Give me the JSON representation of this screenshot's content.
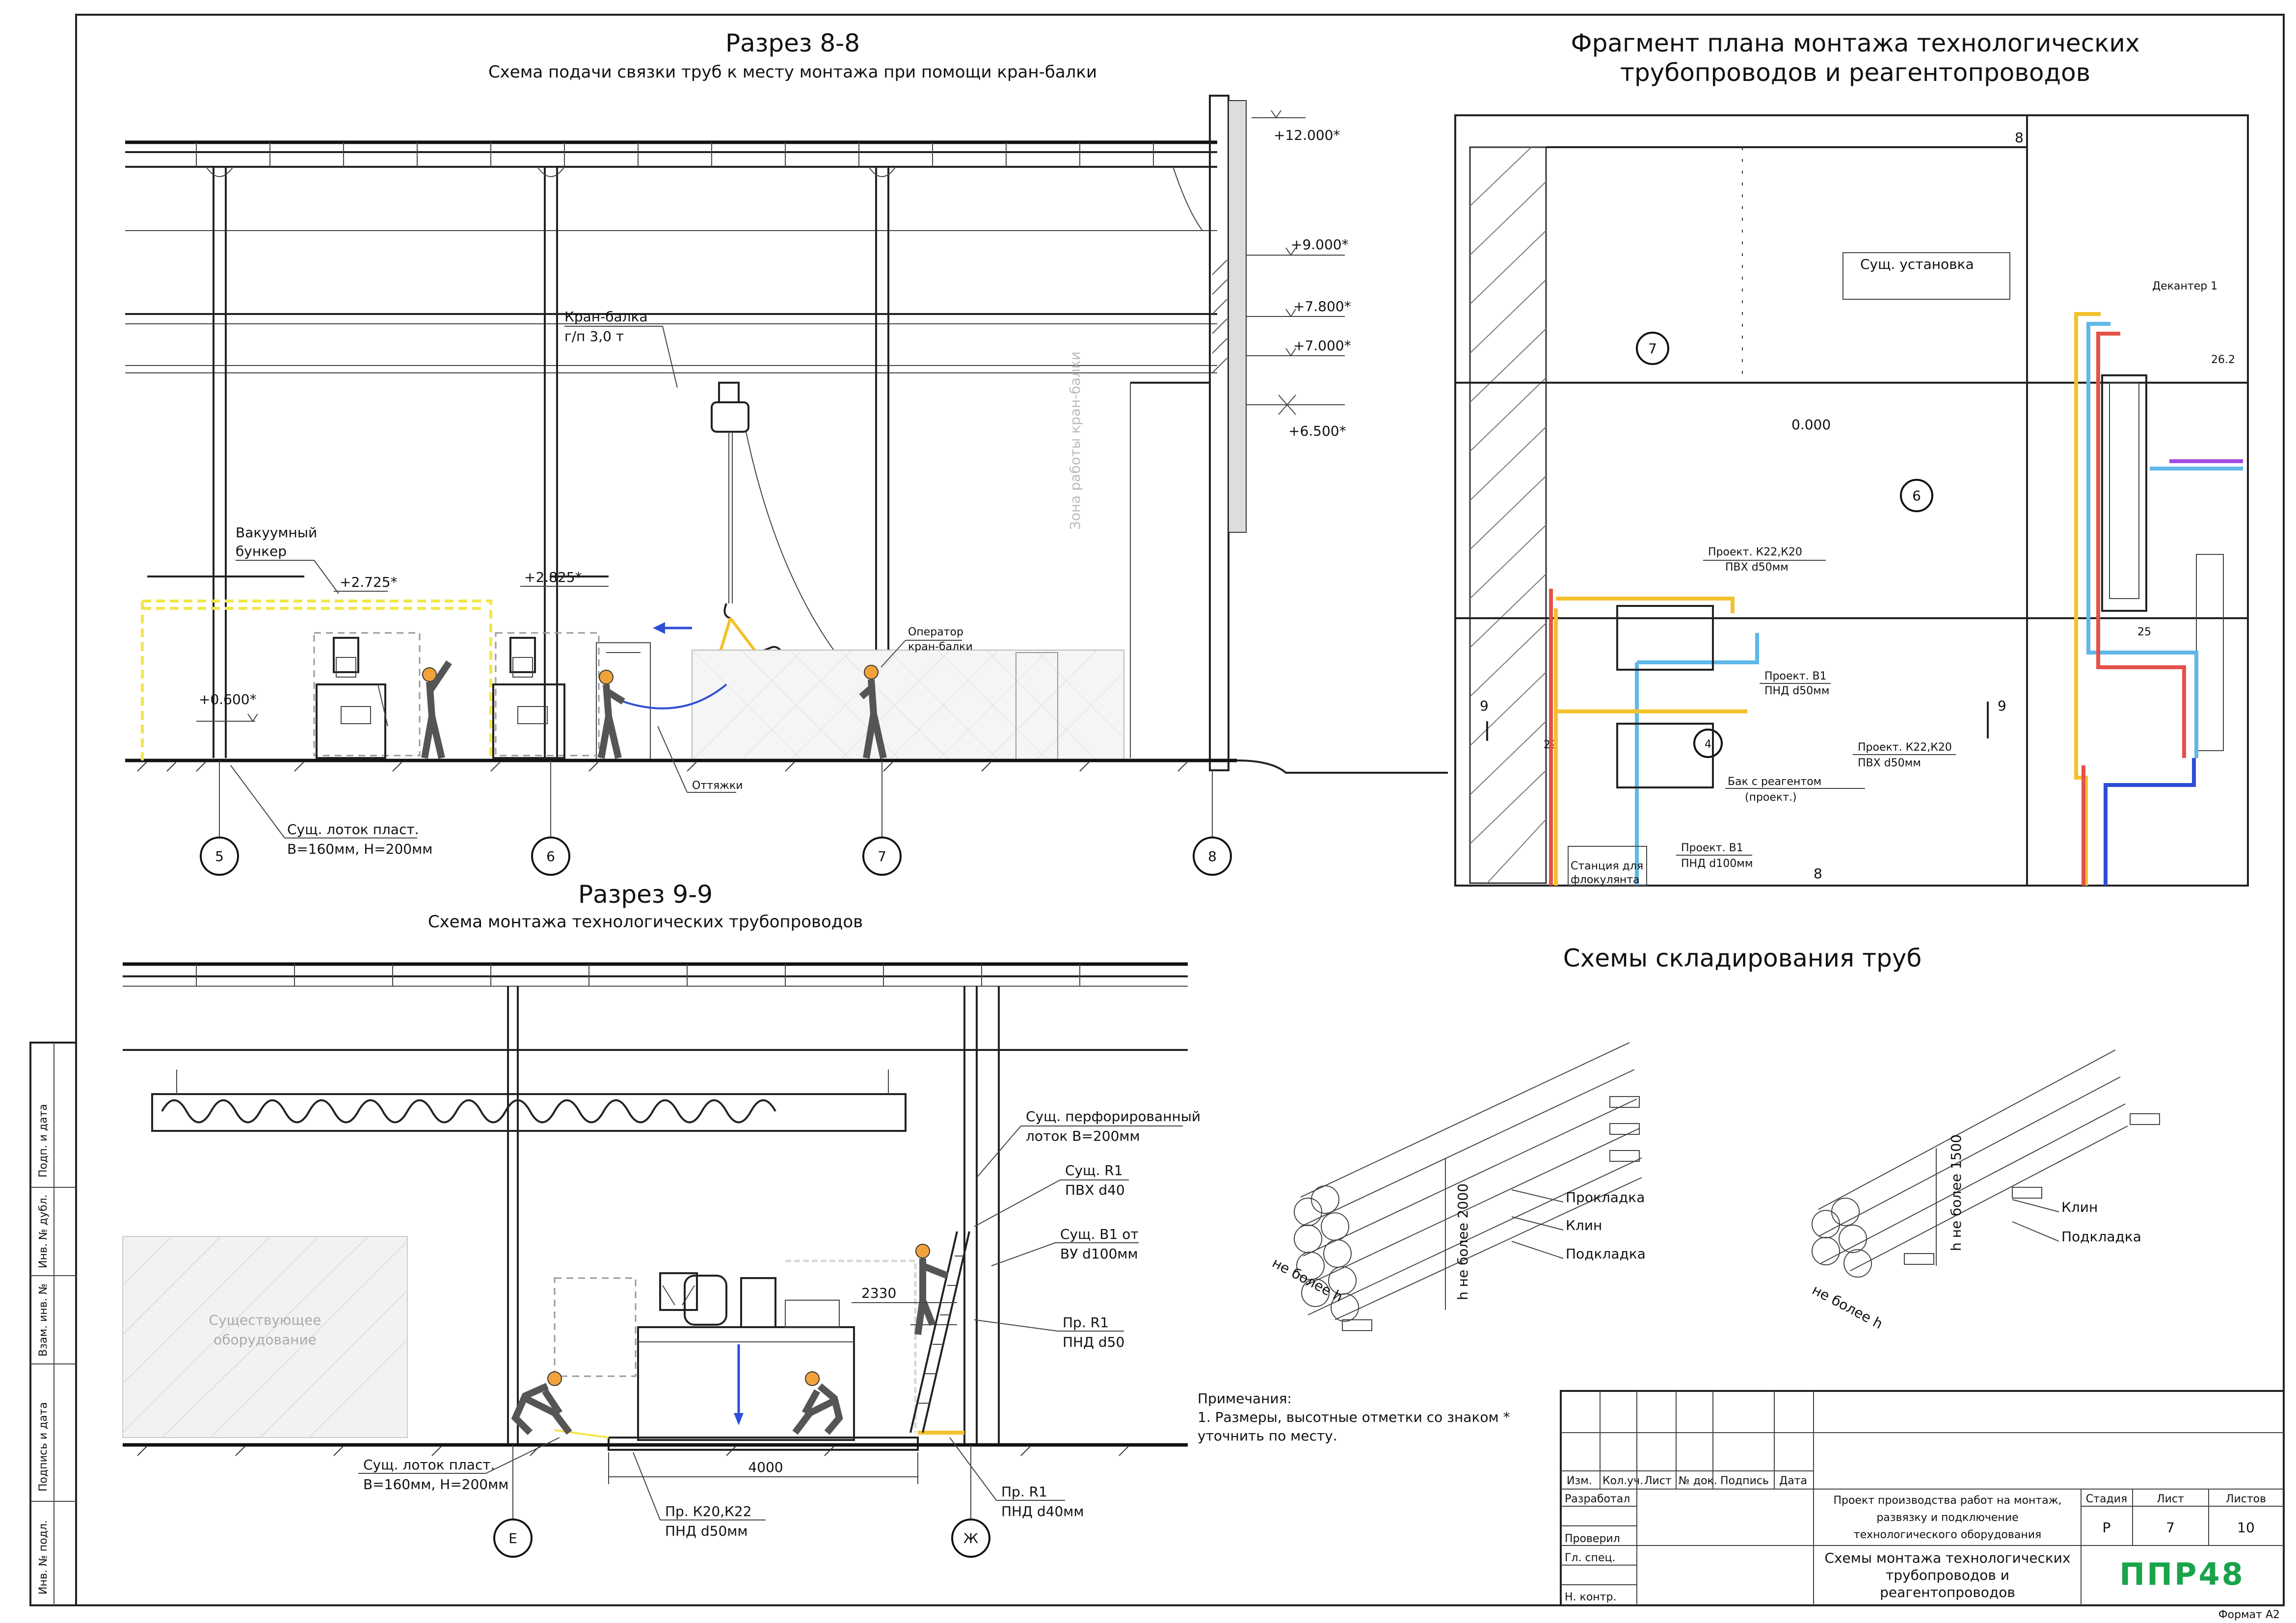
{
  "section_8": {
    "title": "Разрез 8-8",
    "subtitle": "Схема подачи связки труб к месту монтажа при помощи кран-балки",
    "crane_label_1": "Кран-балка",
    "crane_label_2": "г/п 3,0 т",
    "zone_label": "Зона работы кран-балки",
    "bunker_label_1": "Вакуумный",
    "bunker_label_2": "бункер",
    "operator_label_1": "Оператор",
    "operator_label_2": "кран-балки",
    "guys_label": "Оттяжки",
    "tray_label_1": "Сущ. лоток пласт.",
    "tray_label_2": "B=160мм, H=200мм",
    "elevations": [
      "+12.000*",
      "+9.000*",
      "+7.800*",
      "+7.000*",
      "+6.500*",
      "+2.725*",
      "+2.825*",
      "+0.600*"
    ],
    "axes": [
      "5",
      "6",
      "7",
      "8"
    ]
  },
  "plan": {
    "title_1": "Фрагмент плана монтажа  технологических",
    "title_2": "трубопроводов и реагентопроводов",
    "existing_unit": "Сущ. установка",
    "decanter": "Декантер 1",
    "level": "0.000",
    "rooms": [
      "7",
      "6",
      "4"
    ],
    "cut_marks": [
      "8",
      "8",
      "9",
      "9"
    ],
    "dims": [
      "26.2",
      "25",
      "29"
    ],
    "p1_1": "Проект. К22,К20",
    "p1_2": "ПВХ d50мм",
    "p2_1": "Проект. В1",
    "p2_2": "ПНД d50мм",
    "p3_1": "Проект. К22,К20",
    "p3_2": "ПВХ d50мм",
    "p4_1": "Бак с реагентом",
    "p4_2": "(проект.)",
    "p5_1": "Проект. В1",
    "p5_2": "ПНД d100мм",
    "station_1": "Станция для",
    "station_2": "флокулянта"
  },
  "section_9": {
    "title": "Разрез 9-9",
    "subtitle": "Схема монтажа технологических трубопроводов",
    "existing_equipment_1": "Существующее",
    "existing_equipment_2": "оборудование",
    "tray_perf_1": "Сущ. перфорированный",
    "tray_perf_2": "лоток B=200мм",
    "r1_1": "Сущ. R1",
    "r1_2": "ПВХ d40",
    "b1_1": "Сущ. В1 от",
    "b1_2": "ВУ d100мм",
    "pr_r1_1": "Пр. R1",
    "pr_r1_2": "ПНД d50",
    "pr_r1b_1": "Пр. R1",
    "pr_r1b_2": "ПНД d40мм",
    "pr_k_1": "Пр. К20,К22",
    "pr_k_2": "ПНД d50мм",
    "tray_label_1": "Сущ. лоток пласт.",
    "tray_label_2": "B=160мм, H=200мм",
    "dim_2330": "2330",
    "dim_4000": "4000",
    "axes": [
      "Е",
      "Ж"
    ]
  },
  "storage": {
    "title": "Схемы складирования труб",
    "spacer": "Прокладка",
    "wedge": "Клин",
    "pad": "Подкладка",
    "h1": "h не более 2000",
    "h2": "h не более 1500",
    "w": "не более h",
    "wedge2": "Клин",
    "spacer2": "Подкладка"
  },
  "notes": {
    "heading": "Примечания:",
    "line1": "1. Размеры, высотные отметки со знаком *",
    "line2": "уточнить по месту."
  },
  "stamp": {
    "cols": [
      "Изм.",
      "Кол.уч.",
      "Лист",
      "№ док.",
      "Подпись",
      "Дата"
    ],
    "rows": [
      "Разработал",
      "",
      "Проверил",
      "Гл. спец.",
      "",
      "Н. контр."
    ],
    "project_1": "Проект производства работ на монтаж,",
    "project_2": "развязку и подключение",
    "project_3": "технологического оборудования",
    "sheet_1": "Схемы монтажа технологических",
    "sheet_2": "трубопроводов и",
    "sheet_3": "реагентопроводов",
    "stage_h": "Стадия",
    "list_h": "Лист",
    "lists_h": "Листов",
    "stage": "Р",
    "list": "7",
    "lists": "10",
    "logo": "ППР48",
    "format": "Формат А2"
  },
  "side_stamp": [
    "Подп. и дата",
    "Инв. № дубл.",
    "Взам. инв. №",
    "Подпись и дата",
    "Инв. № подл."
  ],
  "colors": {
    "yellow": "#f3c12c",
    "blue": "#5fb8e8",
    "red": "#e4514a",
    "purple": "#a24be2",
    "navy": "#2d4fd6",
    "logo": "#1aa34a"
  }
}
